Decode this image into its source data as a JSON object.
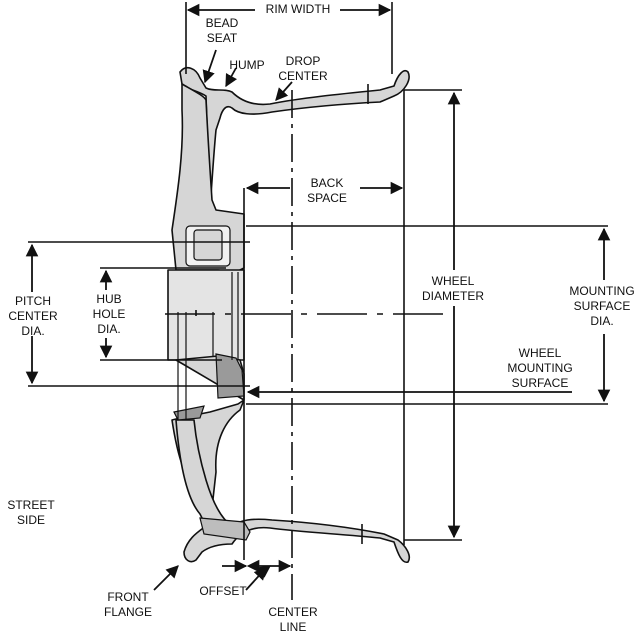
{
  "labels": {
    "rim_width": "RIM WIDTH",
    "bead_seat": [
      "BEAD",
      "SEAT"
    ],
    "hump": "HUMP",
    "drop_center": [
      "DROP",
      "CENTER"
    ],
    "back_space": [
      "BACK",
      "SPACE"
    ],
    "pitch_center_dia": [
      "PITCH",
      "CENTER",
      "DIA."
    ],
    "hub_hole_dia": [
      "HUB",
      "HOLE",
      "DIA."
    ],
    "wheel_diameter": [
      "WHEEL",
      "DIAMETER"
    ],
    "mounting_surface_dia": [
      "MOUNTING",
      "SURFACE",
      "DIA."
    ],
    "wheel_mounting_surface": [
      "WHEEL",
      "MOUNTING",
      "SURFACE"
    ],
    "street_side": [
      "STREET",
      "SIDE"
    ],
    "front_flange": [
      "FRONT",
      "FLANGE"
    ],
    "offset": "OFFSET",
    "center_line": [
      "CENTER",
      "LINE"
    ]
  },
  "colors": {
    "ink": "#111111",
    "metal_fill": "#d6d6d6",
    "metal_dark": "#9a9a9a"
  }
}
